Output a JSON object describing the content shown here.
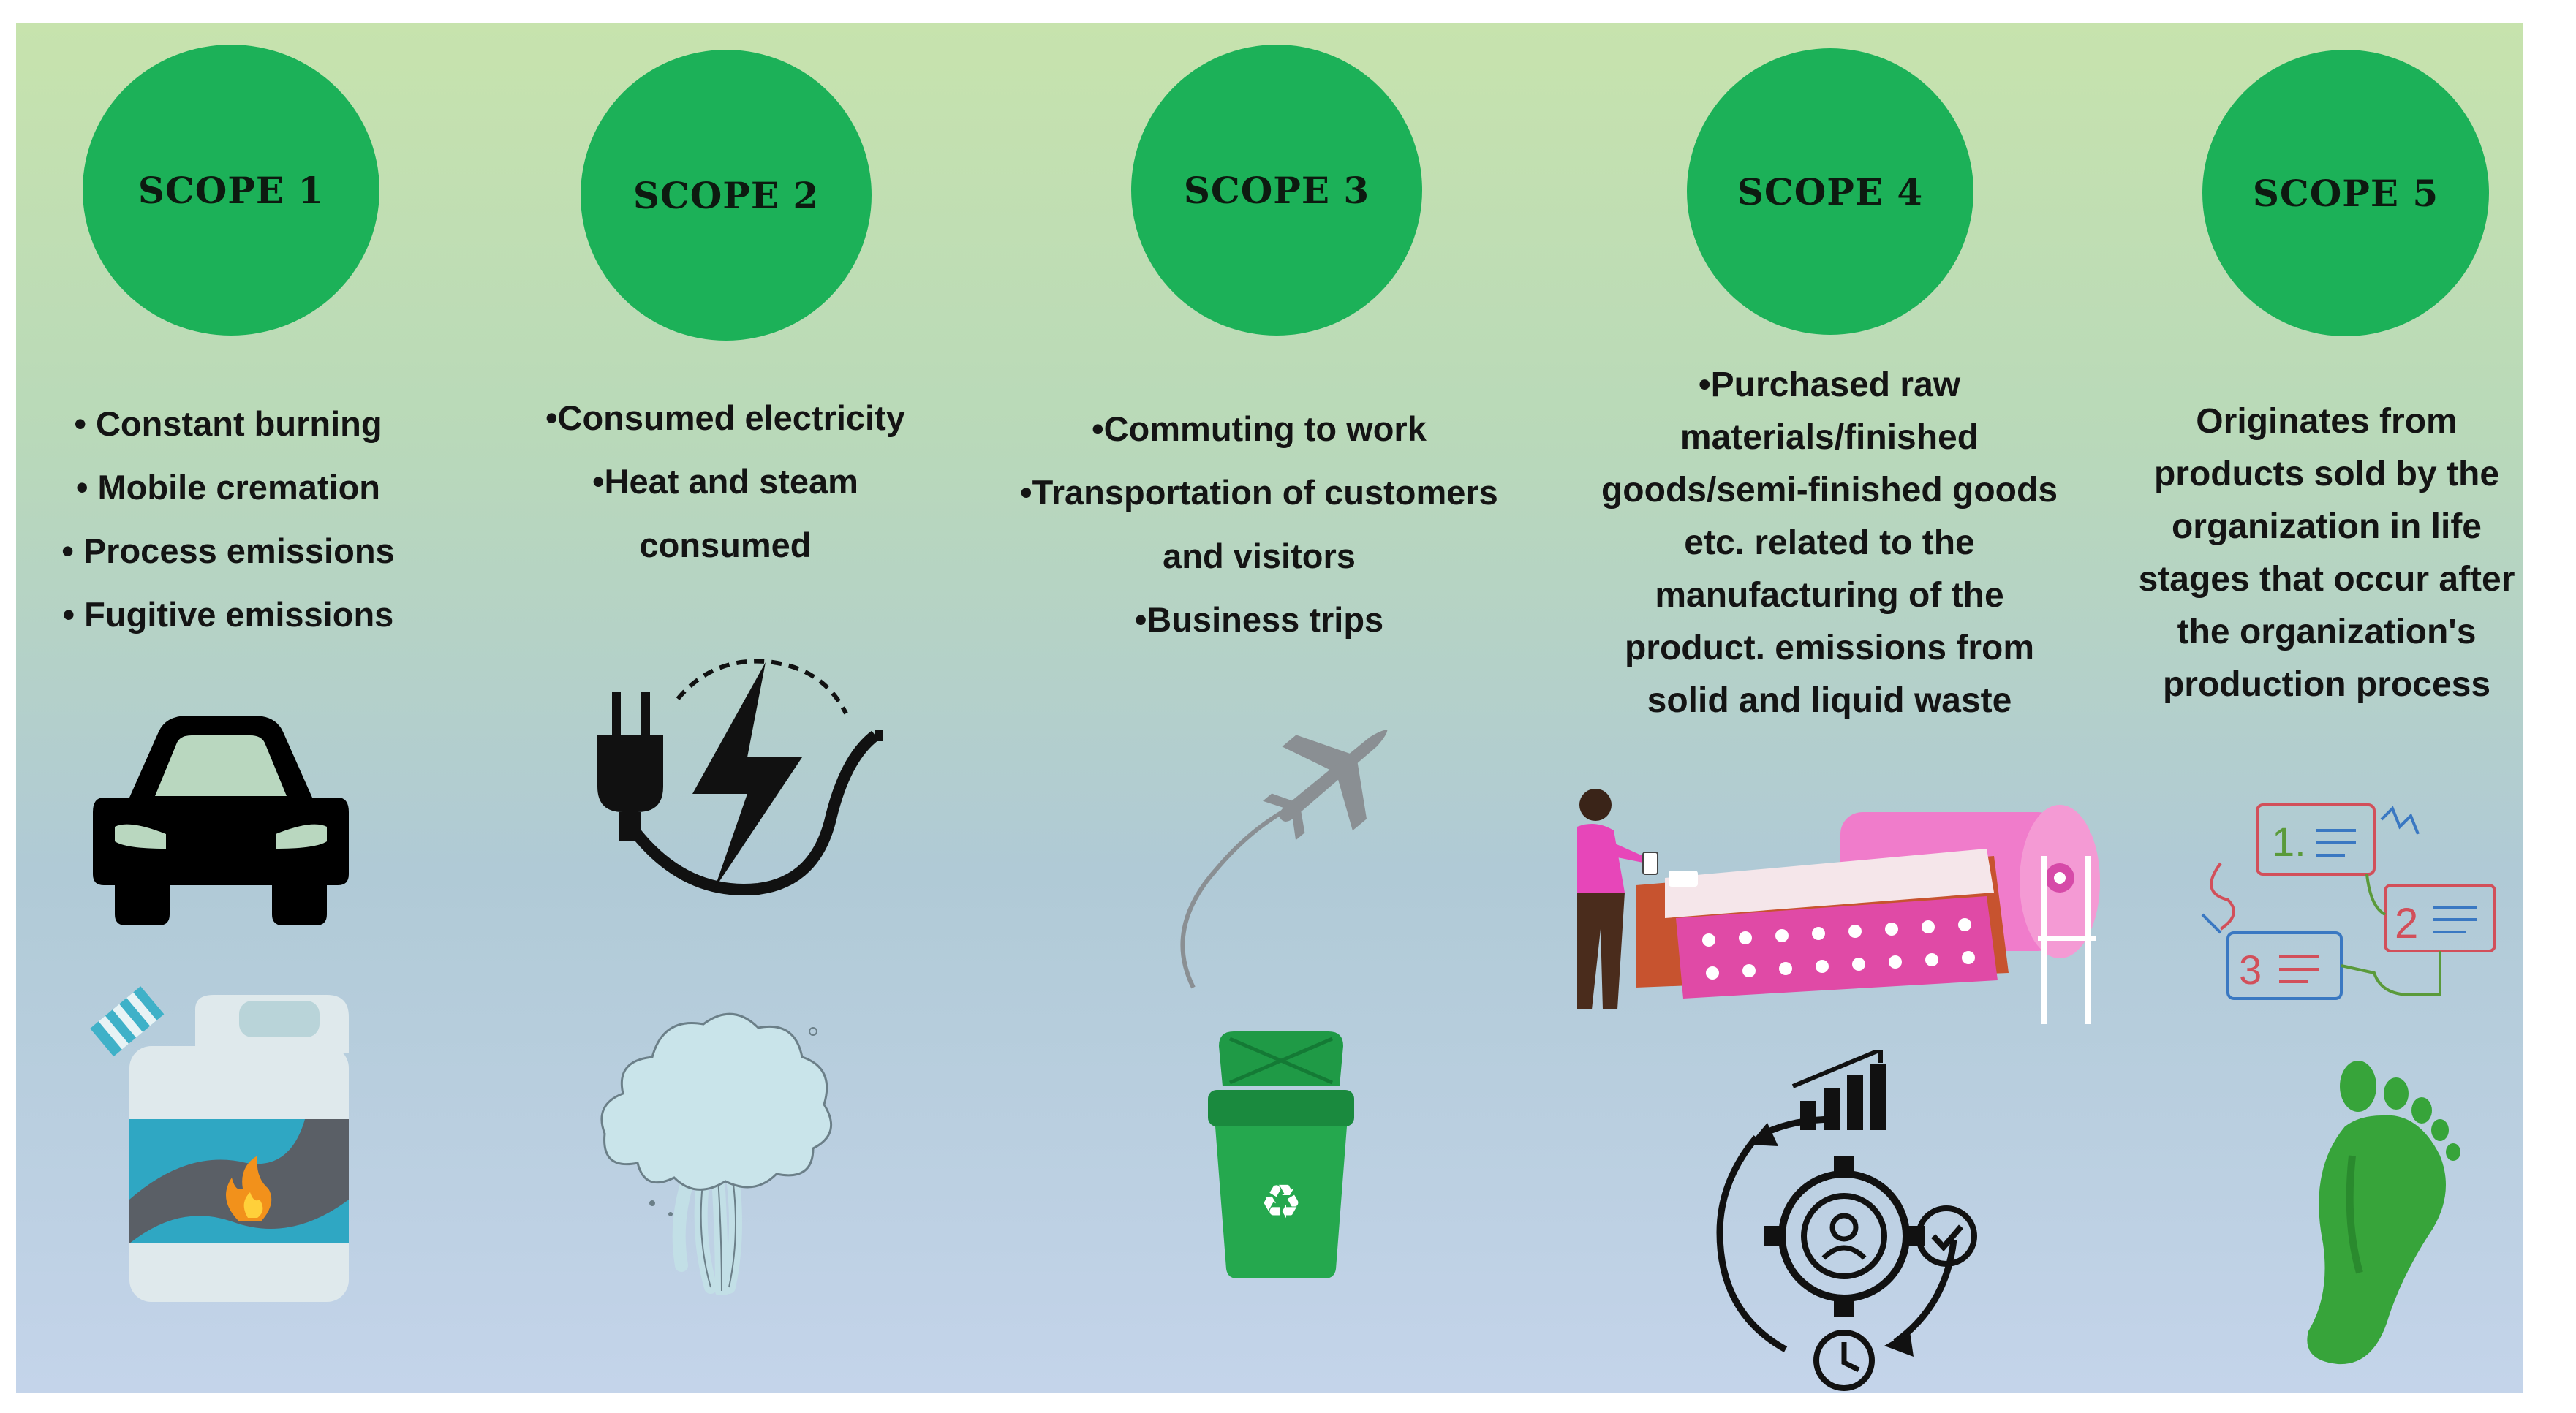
{
  "scopes": [
    {
      "title": "SCOPE 1",
      "lines": [
        "• Constant burning",
        "• Mobile cremation",
        "• Process emissions",
        "• Fugitive emissions"
      ]
    },
    {
      "title": "SCOPE 2",
      "lines": [
        "•Consumed electricity",
        "•Heat and steam",
        "consumed"
      ]
    },
    {
      "title": "SCOPE 3",
      "lines": [
        "•Commuting to work",
        "•Transportation of customers",
        "and visitors",
        "•Business trips"
      ]
    },
    {
      "title": "SCOPE 4",
      "lines": [
        "•Purchased raw",
        "materials/finished",
        "goods/semi-finished goods",
        "etc. related to the",
        "manufacturing of the",
        "product. emissions from",
        "solid and liquid waste"
      ]
    },
    {
      "title": "SCOPE 5",
      "lines": [
        "Originates from",
        "products sold by the",
        "organization in life",
        "stages that occur after",
        "the organization's",
        "production process"
      ]
    }
  ],
  "illustrations": {
    "scope1": [
      "car-icon",
      "fuel-can-icon"
    ],
    "scope2": [
      "electric-plug-icon",
      "steam-cloud-icon"
    ],
    "scope3": [
      "airplane-icon",
      "recycle-bin-icon"
    ],
    "scope4": [
      "textile-printing-machine-icon",
      "gear-cycle-icon"
    ],
    "scope5": [
      "numbered-steps-icon",
      "footprint-icon"
    ],
    "step_labels": [
      "1.",
      "2",
      "3"
    ]
  },
  "colors": {
    "circle": "#1cb158",
    "background_top": "#c7e3ad",
    "background_bottom": "#c4d4ea"
  }
}
